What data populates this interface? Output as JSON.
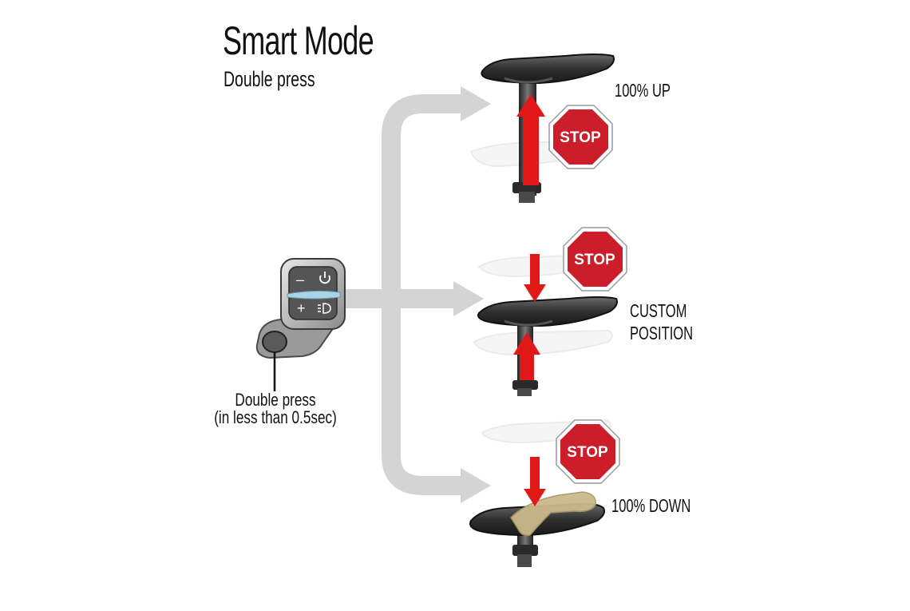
{
  "title": "Smart Mode",
  "subtitle": "Double press",
  "positions": [
    {
      "label": "100% UP"
    },
    {
      "label_line1": "CUSTOM",
      "label_line2": "POSITION"
    },
    {
      "label": "100% DOWN"
    }
  ],
  "remote": {
    "label_line1": "Double press",
    "label_line2": "(in less than 0.5sec)",
    "buttons": {
      "minus": "–",
      "plus": "+"
    }
  },
  "stop_sign_text": "STOP",
  "colors": {
    "arrow_gray": "#d4d4d4",
    "arrow_red": "#e01818",
    "stop_red": "#cc1d2a",
    "saddle_dark": "#3a3a3a",
    "ghost": "#eeeeee",
    "rider": "#cbb98a"
  }
}
